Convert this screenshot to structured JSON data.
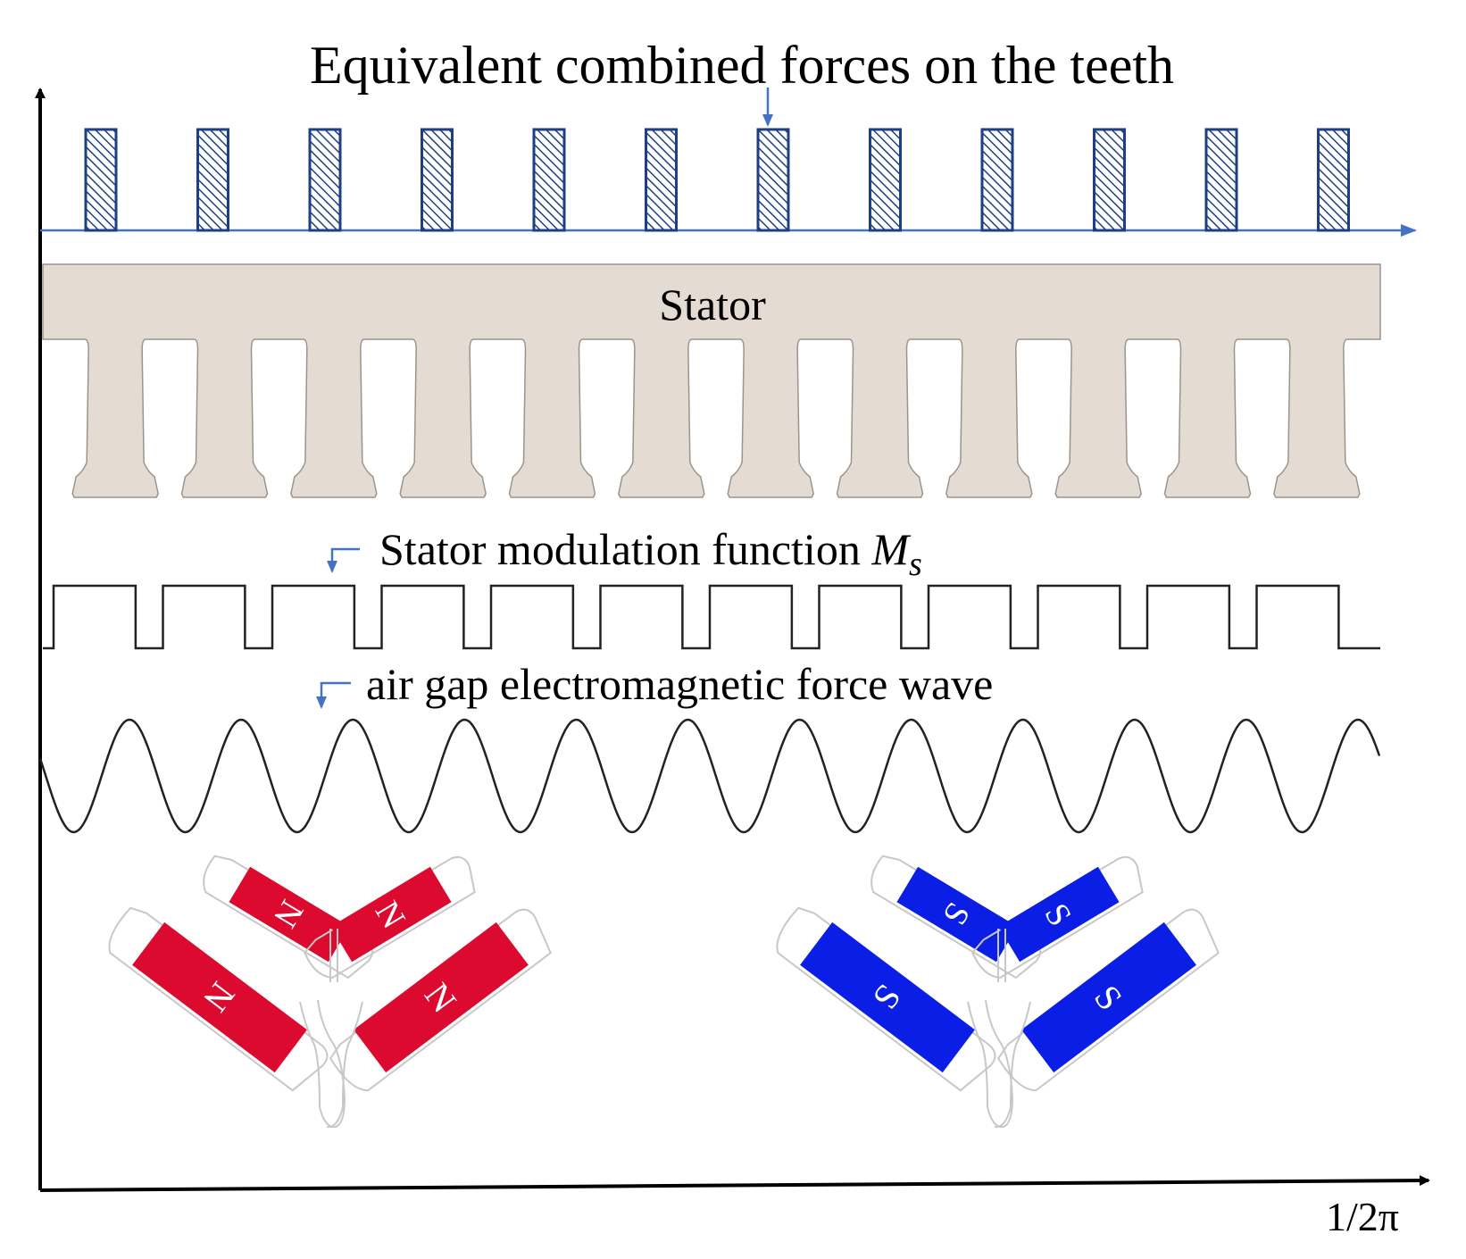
{
  "labels": {
    "forces": "Equivalent combined forces on the teeth",
    "stator": "Stator",
    "modulation": "Stator modulation function",
    "modulation_symbol": "M",
    "modulation_subscript": "s",
    "wave": "air gap electromagnetic force wave",
    "x_axis": "1/2π"
  },
  "teeth_count": 12,
  "wave_cycles": 12,
  "magnets": {
    "north": {
      "label": "N",
      "color": "#dc0a2e",
      "count": 4
    },
    "south": {
      "label": "S",
      "color": "#0a1ee6",
      "count": 4
    }
  },
  "colors": {
    "axis": "#000000",
    "force_axis": "#4472c4",
    "force_bar_hatch": "#1f3f84",
    "stator_fill": "#e4dcd3",
    "pole_outline": "#c8c8c8"
  }
}
